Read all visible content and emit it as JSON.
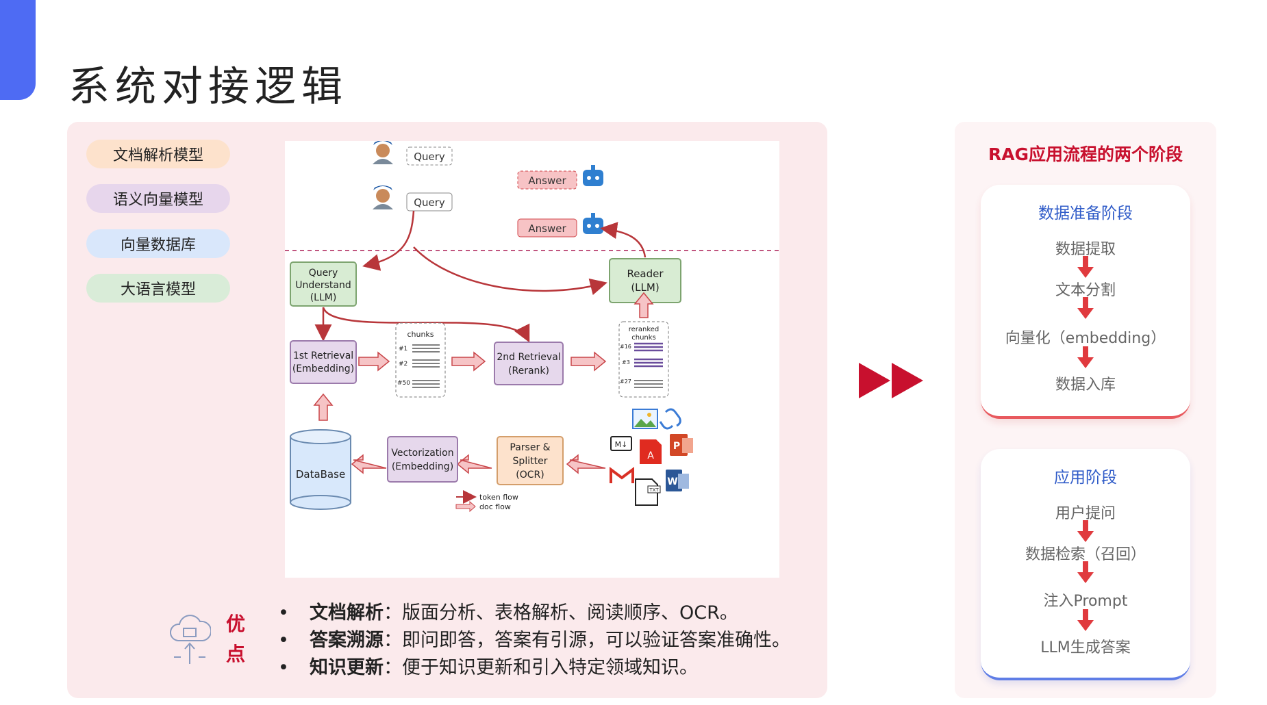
{
  "page": {
    "title": "系统对接逻辑"
  },
  "legend": [
    {
      "label": "文档解析模型",
      "color": "#fde2cc"
    },
    {
      "label": "语义向量模型",
      "color": "#e7d6ec"
    },
    {
      "label": "向量数据库",
      "color": "#d9e7fb"
    },
    {
      "label": "大语言模型",
      "color": "#d9ecd8"
    }
  ],
  "diagram": {
    "query_1": "Query",
    "query_2": "Query",
    "answer_1": "Answer",
    "answer_2": "Answer",
    "query_understand": [
      "Query",
      "Understand",
      "(LLM)"
    ],
    "reader": [
      "Reader",
      "(LLM)"
    ],
    "retrieval_1": [
      "1st Retrieval",
      "(Embedding)"
    ],
    "chunks_label": "chunks",
    "chunk_ids": [
      "#1",
      "#2",
      "#50"
    ],
    "retrieval_2": [
      "2nd Retrieval",
      "(Rerank)"
    ],
    "reranked_label": [
      "reranked",
      "chunks"
    ],
    "reranked_ids": [
      "#16",
      "#3",
      "#27"
    ],
    "database": "DataBase",
    "vectorization": [
      "Vectorization",
      "(Embedding)"
    ],
    "parser": [
      "Parser &",
      "Splitter",
      "(OCR)"
    ],
    "flow_legend": {
      "token_flow": "token flow",
      "doc_flow": "doc flow"
    },
    "file_icons": [
      "image-file-icon",
      "link-icon",
      "markdown-file-icon",
      "pdf-file-icon",
      "powerpoint-file-icon",
      "gmail-icon",
      "txt-file-icon",
      "word-file-icon"
    ]
  },
  "advantages": {
    "label": "优点",
    "items": [
      {
        "term": "文档解析",
        "desc": "：版面分析、表格解析、阅读顺序、OCR。"
      },
      {
        "term": "答案溯源",
        "desc": "：即问即答，答案有引源，可以验证答案准确性。"
      },
      {
        "term": "知识更新",
        "desc": "：便于知识更新和引入特定领域知识。"
      }
    ]
  },
  "rag": {
    "title": "RAG应用流程的两个阶段",
    "stage1": {
      "title": "数据准备阶段",
      "steps": [
        "数据提取",
        "文本分割",
        "向量化（embedding）",
        "数据入库"
      ]
    },
    "stage2": {
      "title": "应用阶段",
      "steps": [
        "用户提问",
        "数据检索（召回）",
        "注入Prompt",
        "LLM生成答案"
      ]
    }
  },
  "colors": {
    "accent": "#4e6bf3",
    "red": "#c8102e",
    "stage1_border": "#e8595e",
    "stage2_border": "#5f7de6"
  }
}
